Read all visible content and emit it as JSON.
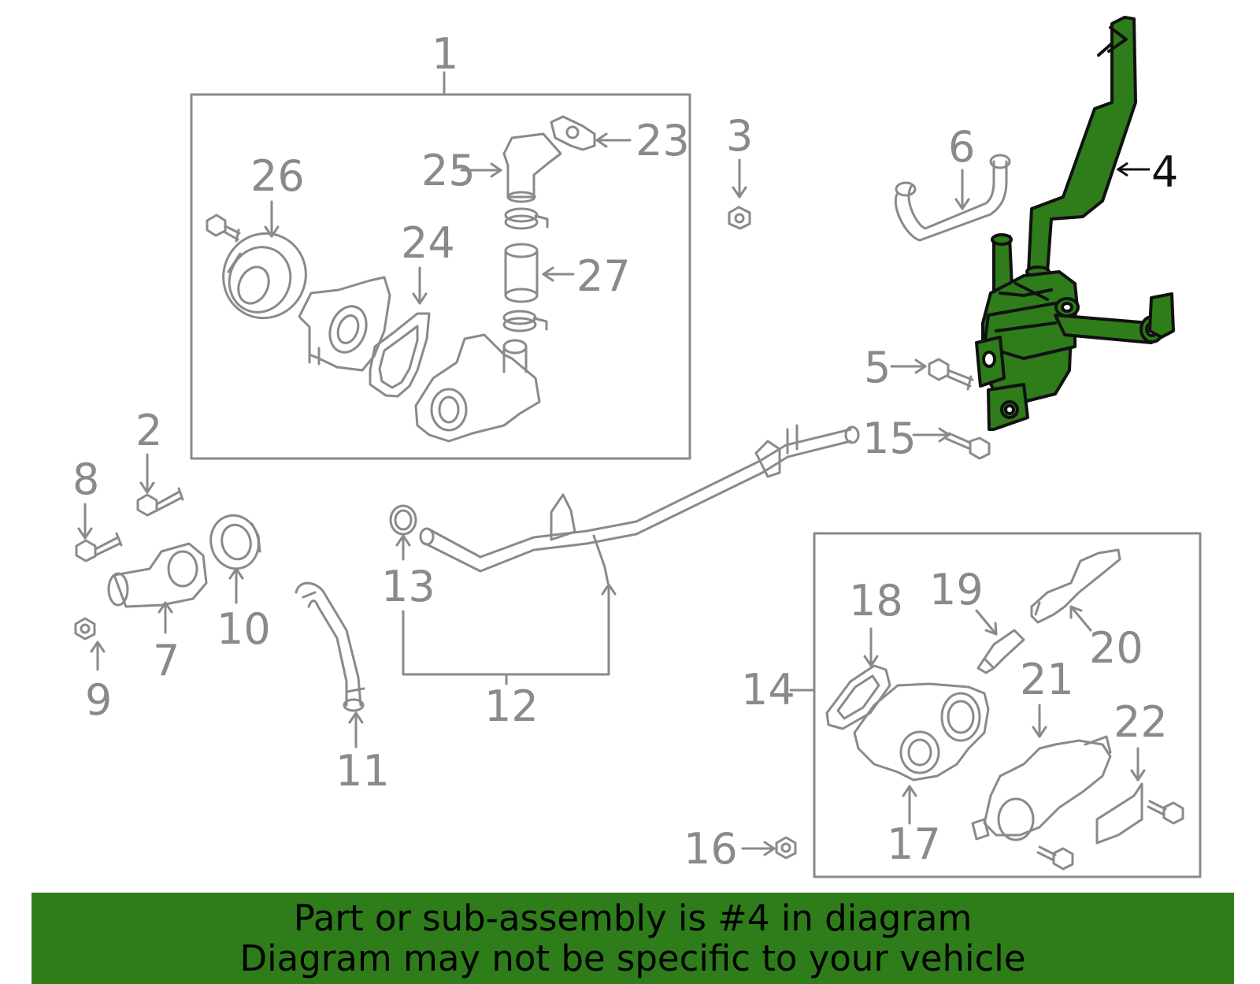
{
  "callouts": {
    "c1": "1",
    "c2": "2",
    "c3": "3",
    "c4": "4",
    "c5": "5",
    "c6": "6",
    "c7": "7",
    "c8": "8",
    "c9": "9",
    "c10": "10",
    "c11": "11",
    "c12": "12",
    "c13": "13",
    "c14": "14",
    "c15": "15",
    "c16": "16",
    "c17": "17",
    "c18": "18",
    "c19": "19",
    "c20": "20",
    "c21": "21",
    "c22": "22",
    "c23": "23",
    "c24": "24",
    "c25": "25",
    "c26": "26",
    "c27": "27"
  },
  "highlighted_part": "4",
  "colors": {
    "line": "#8a8a8a",
    "highlight_fill": "#2e7d1a",
    "highlight_stroke": "#111111",
    "footer_bg": "#2e7d1a"
  },
  "footer": {
    "line1": "Part or sub-assembly is #4 in diagram",
    "line2": "Diagram may not be specific to your vehicle"
  }
}
